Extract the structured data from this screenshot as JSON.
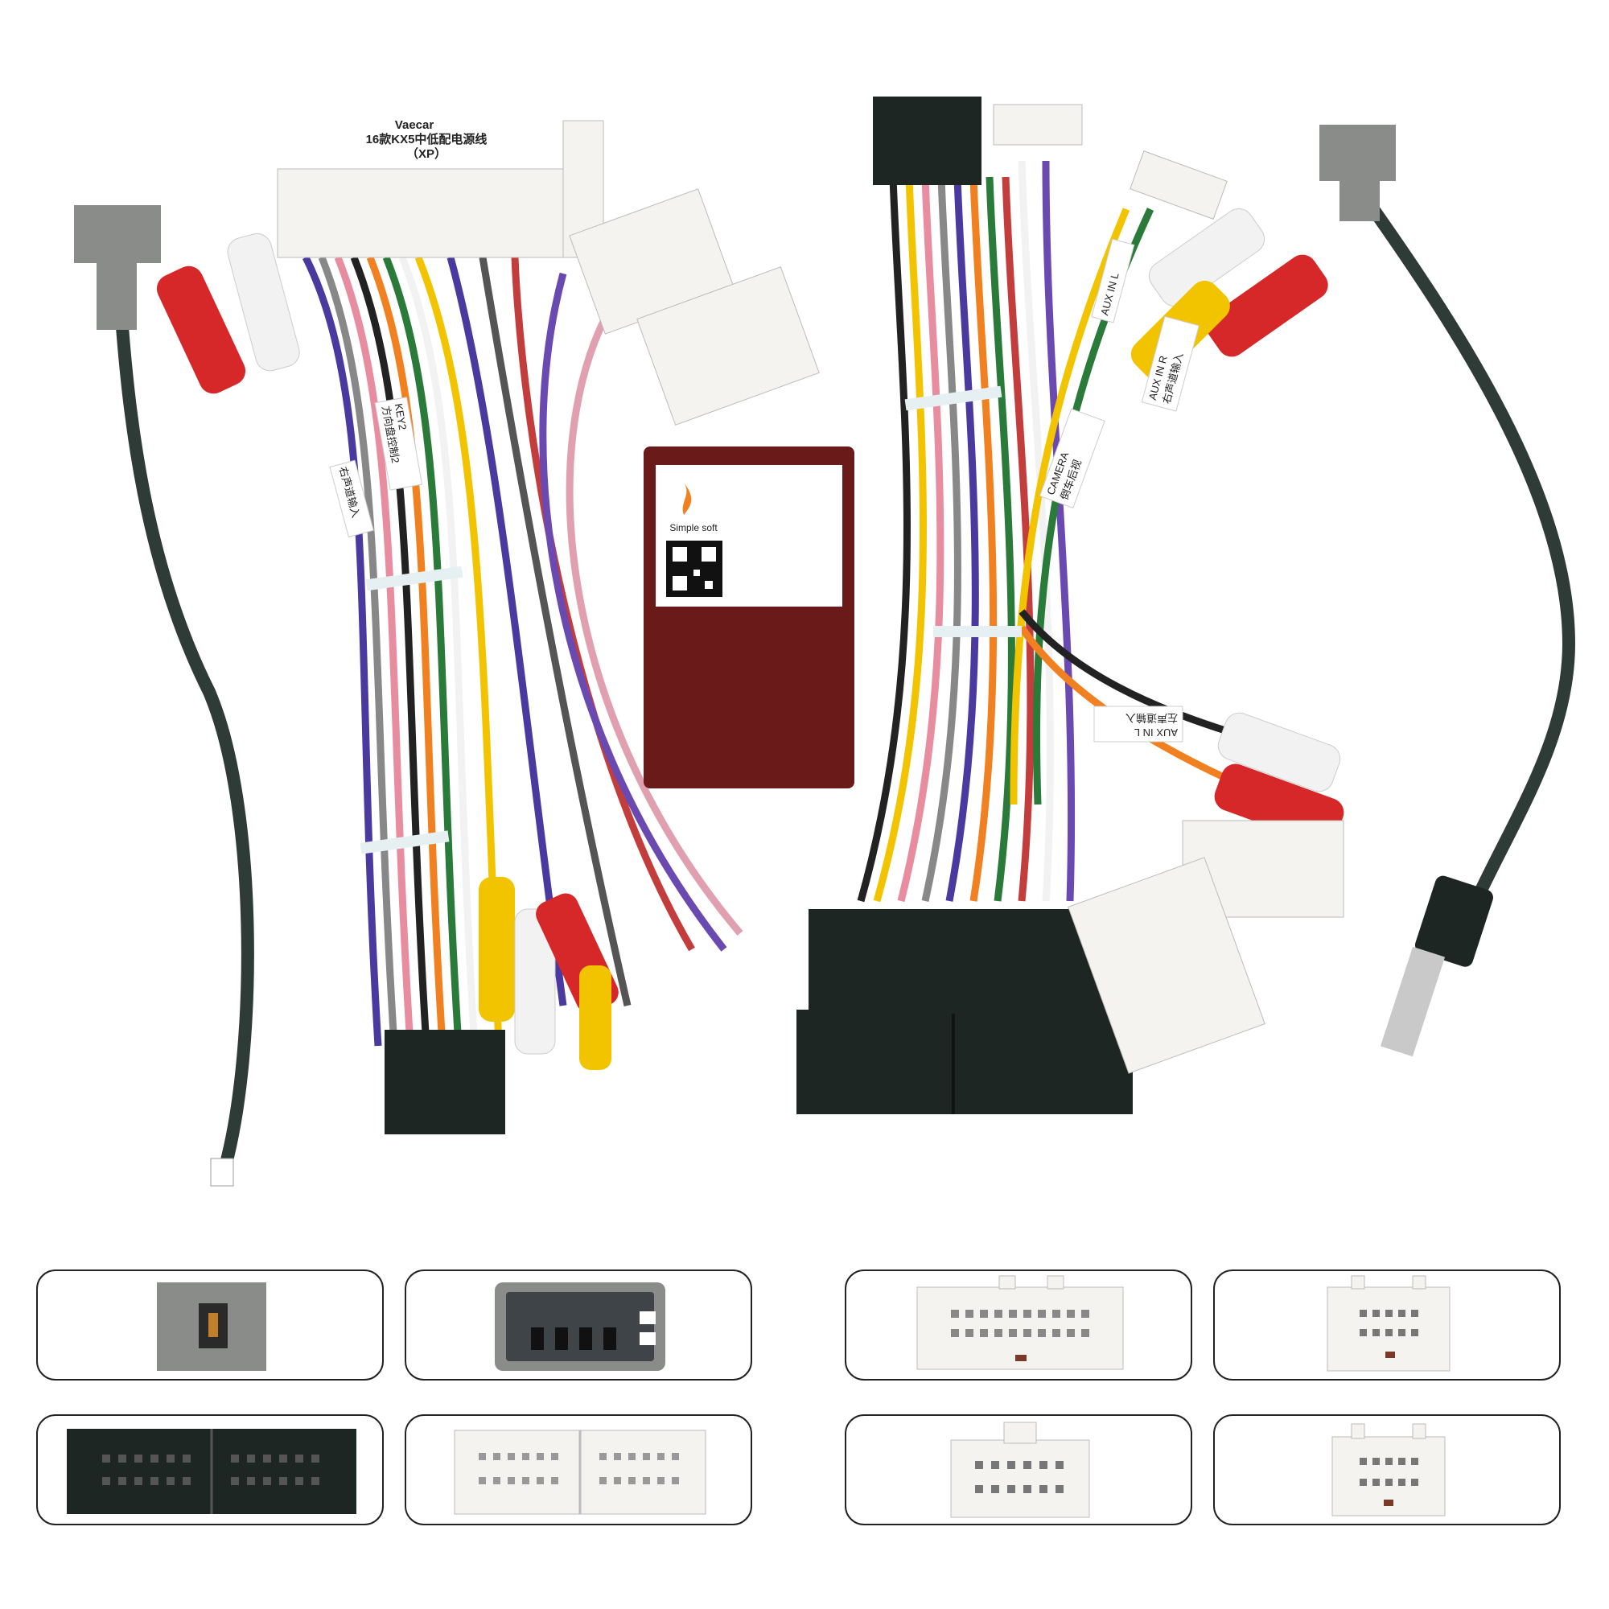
{
  "product_photo": {
    "power_harness_label": {
      "line1": "Vaecar",
      "line2": "16款KX5中低配电源线",
      "line3": "（XP）"
    },
    "wire_tags": {
      "key2": "KEY2",
      "steering": "方向盘控制2",
      "aux_right_left_group": "右声道输入",
      "aux_in_l_top": "AUX IN L",
      "aux_in_r": "AUX IN R",
      "aux_in_r_cn": "右声道输入",
      "camera": "CAMERA",
      "camera_cn": "倒车后视",
      "aux_in_l_bottom": "AUX IN L",
      "aux_in_l_bottom_cn": "左声道输入"
    },
    "decoder_box": {
      "brand": "Simple soft"
    }
  },
  "connector_panels": [
    {
      "name": "gray-antenna-adapter-face"
    },
    {
      "name": "gray-4pin-connector-face"
    },
    {
      "name": "white-large-connector-face"
    },
    {
      "name": "white-medium-connector-face"
    },
    {
      "name": "black-main-connector-face"
    },
    {
      "name": "white-main-connector-face"
    },
    {
      "name": "white-12pin-connector-face"
    },
    {
      "name": "white-small-connector-face"
    }
  ],
  "colors": {
    "red_rca": "#d62828",
    "white_rca": "#f2f2f2",
    "yellow_rca": "#f2c400",
    "connector_black": "#1e2624",
    "connector_white": "#f4f3ef",
    "connector_gray": "#8a8c8a",
    "decoder_red": "#6a1a18"
  }
}
